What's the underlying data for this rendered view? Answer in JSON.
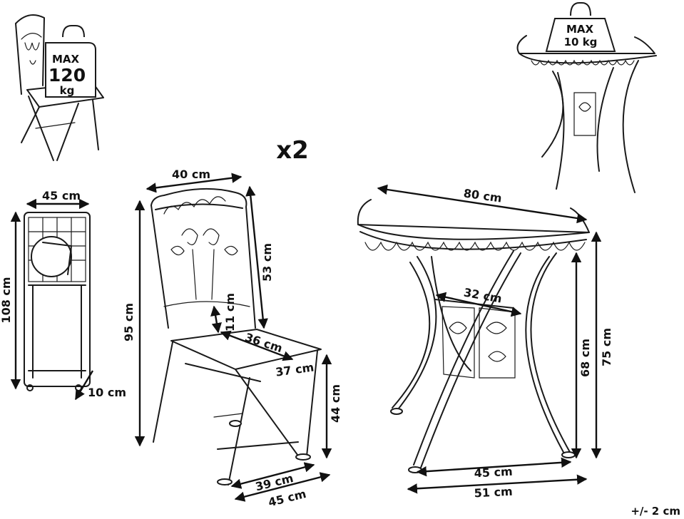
{
  "figure": {
    "quantity": "x2",
    "tolerance": "+/- 2 cm"
  },
  "chair": {
    "max_load": {
      "line1": "MAX",
      "line2": "120",
      "line3": "kg"
    },
    "folded": {
      "width": "45 cm",
      "height": "108 cm",
      "depth": "10 cm"
    },
    "open": {
      "back_width": "40 cm",
      "total_height": "95 cm",
      "back_height": "53 cm",
      "seat_gap": "11 cm",
      "seat_width": "36 cm",
      "seat_depth": "37 cm",
      "seat_height": "44 cm",
      "front_base": "39 cm",
      "side_base": "45 cm"
    }
  },
  "table": {
    "max_load": {
      "line1": "MAX",
      "line2": "10 kg"
    },
    "top_width": "80 cm",
    "inner_depth": "32 cm",
    "leg_height": "68 cm",
    "total_height": "75 cm",
    "base_inner": "45 cm",
    "base_outer": "51 cm"
  },
  "icons": {
    "chair_thumbnail": "folding-chair-icon",
    "table_thumbnail": "half-moon-table-icon",
    "weight": "weight-icon"
  }
}
